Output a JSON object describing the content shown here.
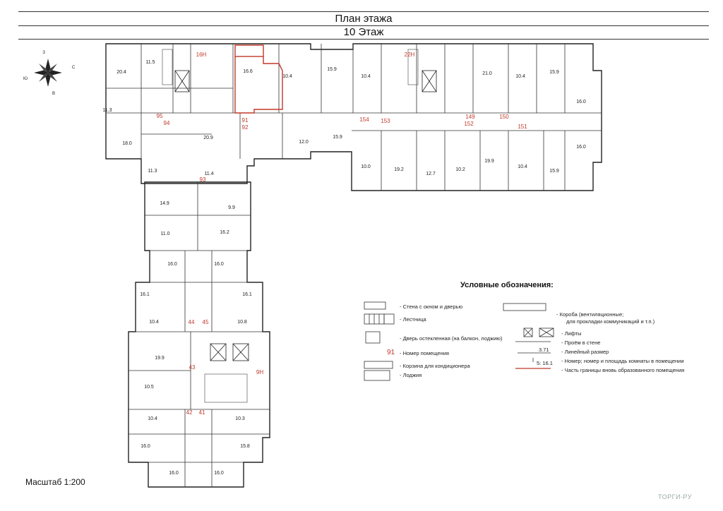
{
  "header": {
    "title": "План этажа",
    "floor": "10 Этаж"
  },
  "legend": {
    "title": "Условные обозначения:",
    "items": [
      {
        "key": "wall",
        "label": "- Стена с окном и дверью"
      },
      {
        "key": "stairs",
        "label": "- Лестница"
      },
      {
        "key": "glazed_door",
        "label": "- Дверь остекленная (на балкон, лоджию)"
      },
      {
        "key": "room_number",
        "sample": "91",
        "label": "- Номер помещения"
      },
      {
        "key": "ac_basket",
        "label": "- Корзина для кондиционера"
      },
      {
        "key": "loggia",
        "label": "- Лоджия"
      },
      {
        "key": "ducts",
        "label": "- Короба  (вентиляционные;"
      },
      {
        "key": "ducts2",
        "label": "для прокладки коммуникаций и т.п.)"
      },
      {
        "key": "lifts",
        "label": "- Лифты"
      },
      {
        "key": "opening",
        "label": "- Проём в стене"
      },
      {
        "key": "dimension",
        "sample": "3.71",
        "label": "- Линейный размер"
      },
      {
        "key": "room_label",
        "sample": "5: 16.1",
        "label": "- Номер; номер и площадь комнаты в помещении"
      },
      {
        "key": "boundary",
        "label": "- Часть границы вновь образованного помещения"
      }
    ]
  },
  "scale": "Масштаб 1:200",
  "brand": "ТОРГИ-РУ",
  "compass": [
    "З",
    "С",
    "Ю",
    "В"
  ],
  "colors": {
    "wall": "#222222",
    "accent": "#c0392b",
    "dim": "#333333",
    "room_number": "#c0392b"
  },
  "apartment_numbers": [
    "16Н",
    "22Н",
    "91",
    "92",
    "93",
    "94",
    "95",
    "149",
    "150",
    "151",
    "152",
    "153",
    "154",
    "44",
    "45",
    "43",
    "42",
    "41",
    "9Н"
  ],
  "room_areas": [
    "20.4",
    "11.5",
    "11.3",
    "18.0",
    "16.6",
    "10.4",
    "15.9",
    "10.4",
    "21.0",
    "10.4",
    "15.9",
    "16.0",
    "16.0",
    "20.9",
    "12.0",
    "15.9",
    "10.0",
    "19.2",
    "12.7",
    "10.2",
    "19.9",
    "10.4",
    "15.9",
    "11.3",
    "11.4",
    "14.9",
    "9.9",
    "11.0",
    "16.2",
    "16.0",
    "16.0",
    "16.1",
    "16.1",
    "10.4",
    "10.8",
    "19.9",
    "10.5",
    "10.4",
    "10.3",
    "16.0",
    "15.8",
    "16.0",
    "16.0"
  ],
  "room_areas_visible": true
}
